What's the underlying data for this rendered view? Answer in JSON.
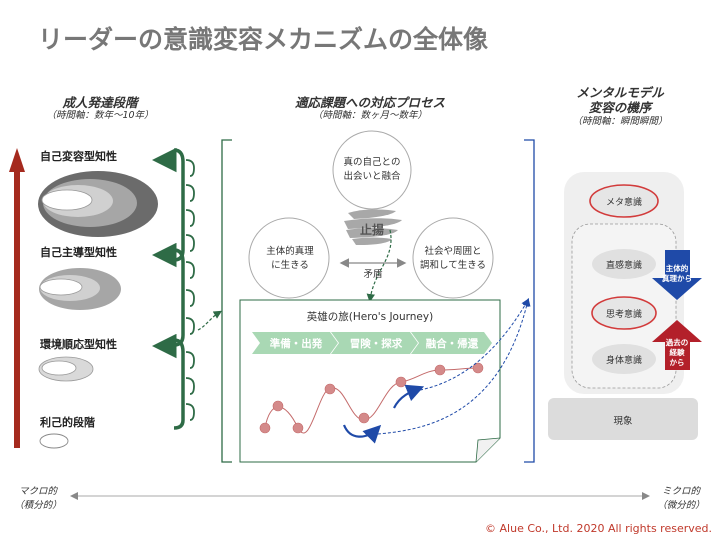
{
  "title": "リーダーの意識変容メカニズムの全体像",
  "left": {
    "heading": "成人発達段階",
    "subheading": "（時間軸：数年〜10年）",
    "stages": [
      "自己変容型知性",
      "自己主導型知性",
      "環境順応型知性",
      "利己的段階"
    ]
  },
  "middle": {
    "heading": "適応課題への対応プロセス",
    "subheading": "（時間軸：数ヶ月〜数年）",
    "top_circle": [
      "真の自己との",
      "出会いと融合"
    ],
    "left_circle": [
      "主体的真理",
      "に生きる"
    ],
    "right_circle": [
      "社会や周囲と",
      "調和して生きる"
    ],
    "center_label": "止揚",
    "conflict_label": "矛盾",
    "journey": {
      "title": "英雄の旅(Hero's Journey)",
      "phases": [
        "準備・出発",
        "冒険・探求",
        "融合・帰還"
      ]
    }
  },
  "right": {
    "heading_line1": "メンタルモデル",
    "heading_line2": "変容の機序",
    "subheading": "（時間軸：瞬間瞬間）",
    "items": [
      "メタ意識",
      "直感意識",
      "思考意識",
      "身体意識"
    ],
    "base": "現象",
    "blue_arrow": [
      "主体的",
      "真理から"
    ],
    "red_arrow": [
      "過去の",
      "経験",
      "から"
    ]
  },
  "footer": {
    "left_line1": "マクロ的",
    "left_line2": "（積分的）",
    "right_line1": "ミクロ的",
    "right_line2": "（微分的）",
    "copyright": "© Alue Co., Ltd.  2020  All rights reserved."
  },
  "colors": {
    "title": "#777777",
    "red_arrow": "#a52a1e",
    "green_brace": "#2e6b46",
    "chevron": "#a9d8b4",
    "journey_dot": "#c46b6b",
    "blue_arrow": "#1f4aa8",
    "ellipse_highlight": "#d23b3b"
  }
}
